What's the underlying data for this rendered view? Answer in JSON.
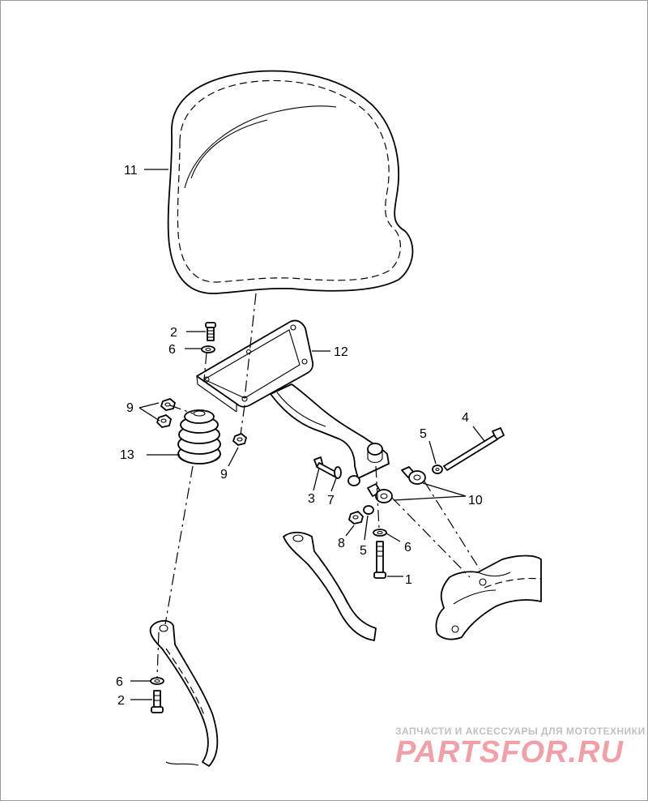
{
  "callouts": {
    "c1": "1",
    "c2a": "2",
    "c2b": "2",
    "c3": "3",
    "c4": "4",
    "c5a": "5",
    "c5b": "5",
    "c6a": "6",
    "c6b": "6",
    "c6c": "6",
    "c7": "7",
    "c8": "8",
    "c9a": "9",
    "c9b": "9",
    "c10": "10",
    "c11": "11",
    "c12": "12",
    "c13": "13"
  },
  "watermark": {
    "tagline": "ЗАПЧАСТИ И АКСЕССУАРЫ ДЛЯ МОТОТЕХНИКИ",
    "brand": "PARTSFOR.RU"
  },
  "colors": {
    "line": "#000000",
    "background": "#ffffff",
    "watermark_brand": "#f0a0a8",
    "watermark_tagline": "#c0c0c0"
  }
}
